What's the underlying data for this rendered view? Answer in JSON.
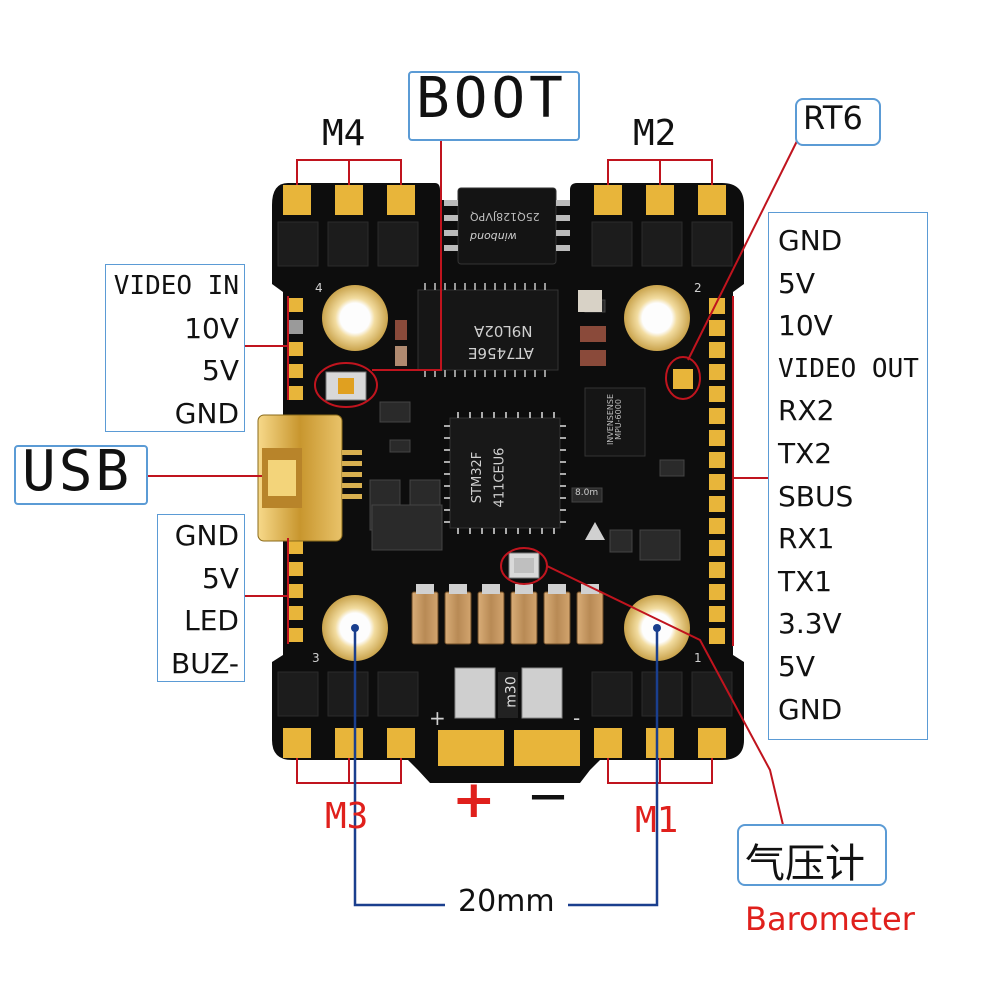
{
  "labels": {
    "boot": "BOOT",
    "rt6": "RT6",
    "usb": "USB",
    "m4": "M4",
    "m2": "M2",
    "m3": "M3",
    "m1": "M1",
    "plus": "+",
    "minus": "—",
    "barometer_cn": "气压计",
    "barometer_en": "Barometer",
    "spacing": "20mm"
  },
  "chips": {
    "flash_top": "winbond",
    "flash_code": "25Q128JVPQ",
    "osd": "AT7456E",
    "osd_code": "N9L02A",
    "mcu_line1": "STM32F",
    "mcu_line2": "411CEU6",
    "imu_line1": "INVENSENSE",
    "imu_line2": "MPU-6000",
    "baro_tag": "m30",
    "xtal": "8.0m"
  },
  "pins": {
    "left_top": [
      "VIDEO IN",
      "10V",
      "5V",
      "GND"
    ],
    "left_bottom": [
      "GND",
      "5V",
      "LED",
      "BUZ-"
    ],
    "right": [
      "GND",
      "5V",
      "10V",
      "VIDEO OUT",
      "RX2",
      "TX2",
      "SBUS",
      "RX1",
      "TX1",
      "3.3V",
      "5V",
      "GND"
    ]
  },
  "colors": {
    "board": "#0d0d0d",
    "pad": "#e8b53a",
    "mount": "#e1c173",
    "leader_red": "#c0141e",
    "leader_blue": "#1a3f8e",
    "frame_blue": "#5b9bd5",
    "red_text": "#e0201c"
  }
}
